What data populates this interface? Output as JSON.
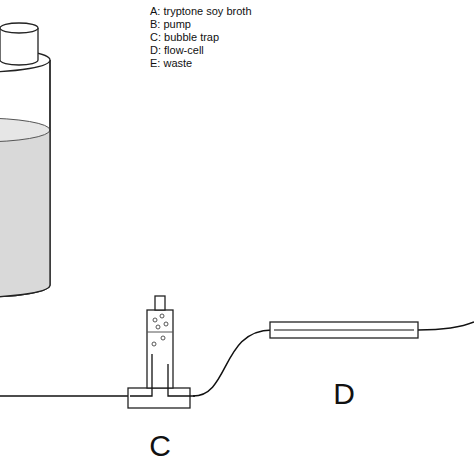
{
  "diagram": {
    "nodes": [
      {
        "text": [
          "C"
        ]
      },
      {
        "text": [
          "D"
        ]
      }
    ],
    "edges": [
      {
        "from": 0,
        "to": 1,
        "arrow": "none"
      }
    ],
    "labels": [
      "A: tryptone soy broth",
      "B: pump",
      "C: bubble trap",
      "D: flow-cell",
      "E: waste"
    ]
  }
}
